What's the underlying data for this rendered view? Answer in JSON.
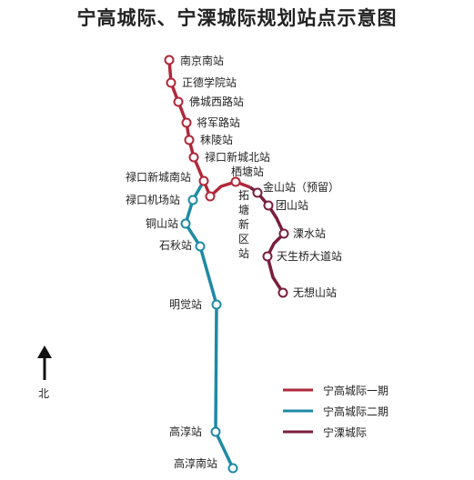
{
  "title": "宁高城际、宁溧城际规划站点示意图",
  "colors": {
    "phase1": "#b0283a",
    "phase2": "#1f8aa3",
    "ningli": "#7a1e3c"
  },
  "legend": {
    "items": [
      {
        "label": "宁高城际一期",
        "color": "#b0283a"
      },
      {
        "label": "宁高城际二期",
        "color": "#1f8aa3"
      },
      {
        "label": "宁溧城际",
        "color": "#7a1e3c"
      }
    ]
  },
  "compass": {
    "label": "北",
    "icon": "north-arrow-icon"
  },
  "stations": {
    "nanjing_south": "南京南站",
    "zhengde": "正德学院站",
    "focheng_west": "佛城西路站",
    "jiangjun": "将军路站",
    "moling": "秣陵站",
    "lukou_north": "禄口新城北站",
    "lukou_south": "禄口新城南站",
    "airport": "禄口机场站",
    "tongshan": "铜山站",
    "shiqiu": "石秋站",
    "mingjue": "明觉站",
    "gaochun": "高淳站",
    "gaochun_south": "高淳南站",
    "qitang": "栖塘站",
    "tuotang": "拓塘新区站",
    "jinshan": "金山站（预留）",
    "tuanshan": "团山站",
    "lishui": "溧水站",
    "tiansheng": "天生桥大道站",
    "wuxiang": "无想山站"
  }
}
